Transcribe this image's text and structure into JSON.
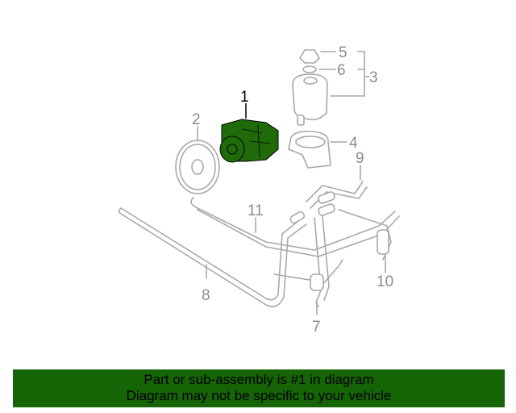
{
  "diagram": {
    "highlight_color": "#1f6b0a",
    "callouts": [
      "1",
      "2",
      "3",
      "4",
      "5",
      "6",
      "7",
      "8",
      "9",
      "10",
      "11"
    ]
  },
  "banner": {
    "line1": "Part or sub-assembly is #1 in diagram",
    "line2": "Diagram may not be specific to your vehicle",
    "color": "#156405"
  }
}
